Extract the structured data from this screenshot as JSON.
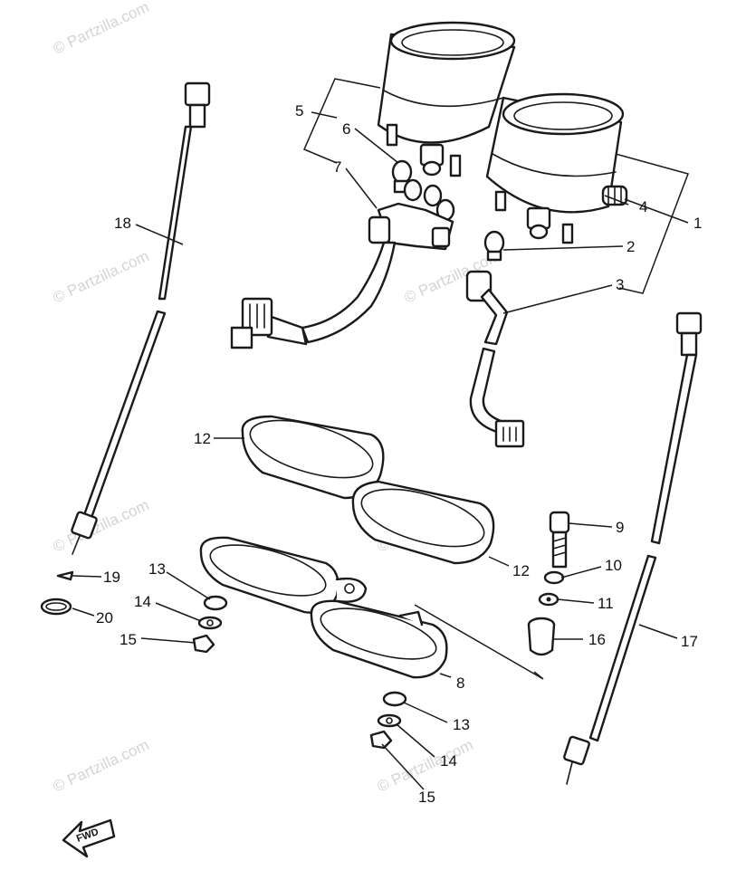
{
  "watermark": "© Partzilla.com",
  "fwd_label": "FWD",
  "callouts": {
    "c1": "1",
    "c2": "2",
    "c3": "3",
    "c4": "4",
    "c5": "5",
    "c6": "6",
    "c7": "7",
    "c8": "8",
    "c9": "9",
    "c10": "10",
    "c11": "11",
    "c12a": "12",
    "c12b": "12",
    "c13a": "13",
    "c13b": "13",
    "c14a": "14",
    "c14b": "14",
    "c15a": "15",
    "c15b": "15",
    "c16": "16",
    "c17": "17",
    "c18": "18",
    "c19": "19",
    "c20": "20"
  },
  "colors": {
    "ink": "#1a1a1a",
    "watermark": "#d4d4d4",
    "background": "#ffffff"
  }
}
